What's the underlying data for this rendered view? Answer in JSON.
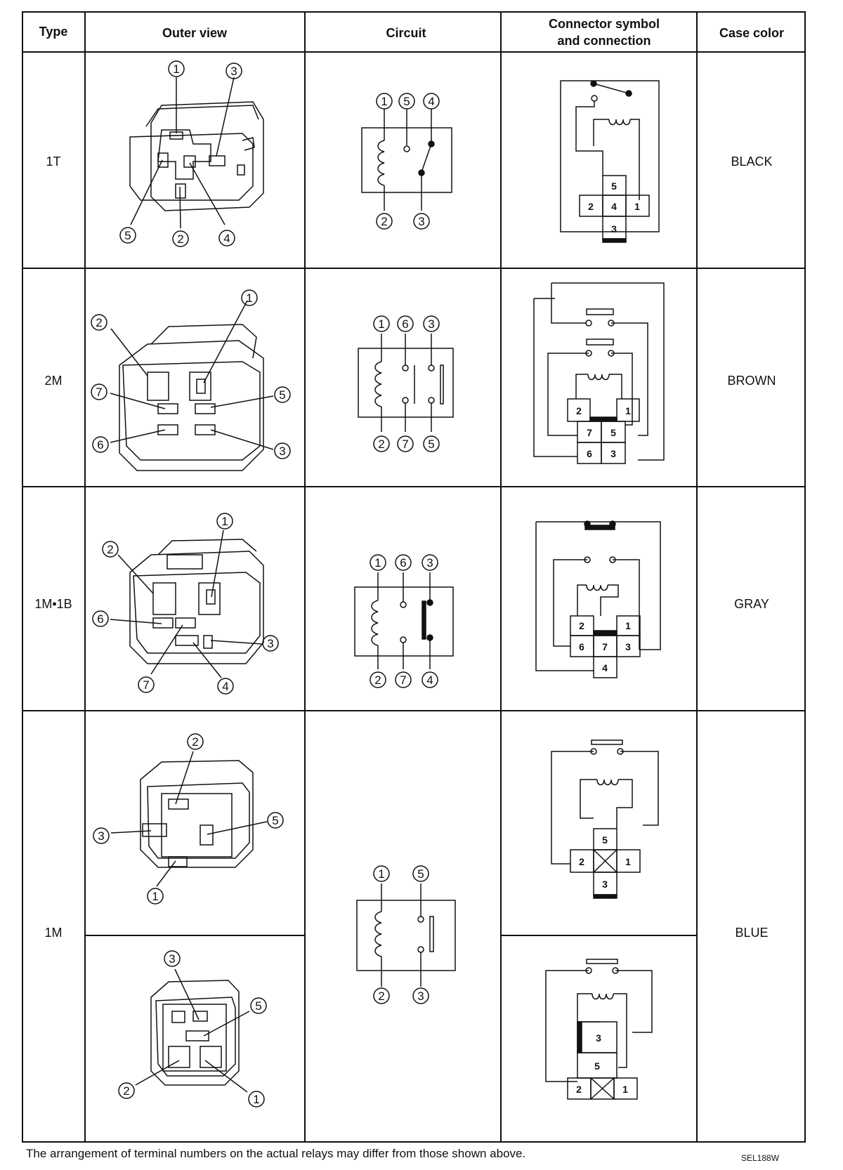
{
  "headers": {
    "type": "Type",
    "outer_view": "Outer view",
    "circuit": "Circuit",
    "connector_line1": "Connector symbol",
    "connector_line2": "and connection",
    "case_color": "Case color"
  },
  "rows": [
    {
      "type": "1T",
      "color": "BLACK"
    },
    {
      "type": "2M",
      "color": "BROWN"
    },
    {
      "type": "1M•1B",
      "color": "GRAY"
    },
    {
      "type": "1M",
      "color": "BLUE"
    }
  ],
  "circuits": {
    "r1": {
      "top": [
        "1",
        "5",
        "4"
      ],
      "bottom": [
        "2",
        "3"
      ]
    },
    "r2": {
      "top": [
        "1",
        "6",
        "3"
      ],
      "bottom": [
        "2",
        "7",
        "5"
      ]
    },
    "r3": {
      "top": [
        "1",
        "6",
        "3"
      ],
      "bottom": [
        "2",
        "7",
        "4"
      ]
    },
    "r4": {
      "top": [
        "1",
        "5"
      ],
      "bottom": [
        "2",
        "3"
      ]
    }
  },
  "connectors": {
    "r1": {
      "top": "5",
      "left": "2",
      "center": "4",
      "right": "1",
      "bottom": "3"
    },
    "r2": {
      "left": "2",
      "right": "1",
      "a": "7",
      "b": "5",
      "c": "6",
      "d": "3"
    },
    "r3": {
      "tl": "2",
      "tr": "1",
      "ml": "6",
      "mc": "7",
      "mr": "3",
      "b": "4"
    },
    "r4a": {
      "top": "5",
      "left": "2",
      "right": "1",
      "bottom": "3"
    },
    "r4b": {
      "top": "3",
      "mid": "5",
      "left": "2",
      "right": "1"
    }
  },
  "outer_views": {
    "r1": [
      "1",
      "3",
      "5",
      "2",
      "4"
    ],
    "r2": [
      "1",
      "2",
      "7",
      "5",
      "6",
      "3"
    ],
    "r3": [
      "1",
      "2",
      "6",
      "3",
      "7",
      "4"
    ],
    "r4a": [
      "2",
      "3",
      "5",
      "1"
    ],
    "r4b": [
      "3",
      "5",
      "2",
      "1"
    ]
  },
  "footnote": "The arrangement of terminal numbers on the actual relays may differ from those shown above.",
  "figure_code": "SEL188W"
}
